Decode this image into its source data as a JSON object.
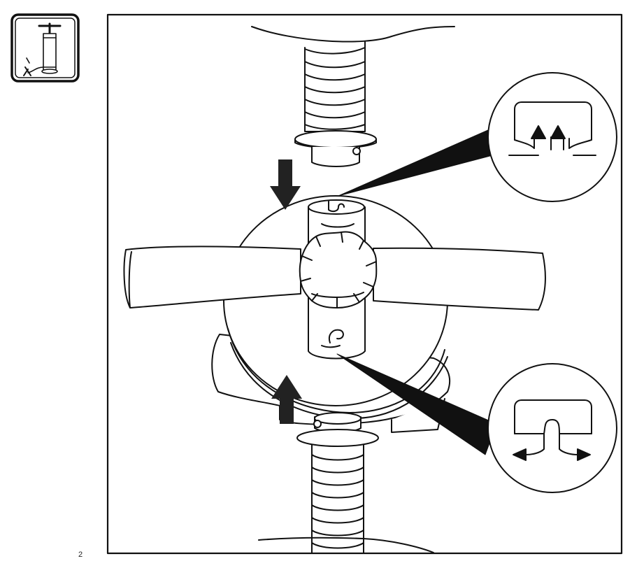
{
  "page": {
    "number": "2"
  },
  "thumbnail": {
    "icon": "pump-icon"
  },
  "diagram": {
    "subject": "pump-handle-valve-hose-attachment",
    "stroke_color": "#111111",
    "fill_color": "#ffffff",
    "arrow_color": "#222222",
    "callouts": [
      {
        "name": "inflate-callout",
        "icon": "inflate-flow-icon"
      },
      {
        "name": "deflate-callout",
        "icon": "deflate-flow-icon"
      }
    ],
    "direction_arrows": [
      {
        "name": "arrow-down-icon",
        "direction": "down"
      },
      {
        "name": "arrow-up-icon",
        "direction": "up"
      }
    ]
  }
}
